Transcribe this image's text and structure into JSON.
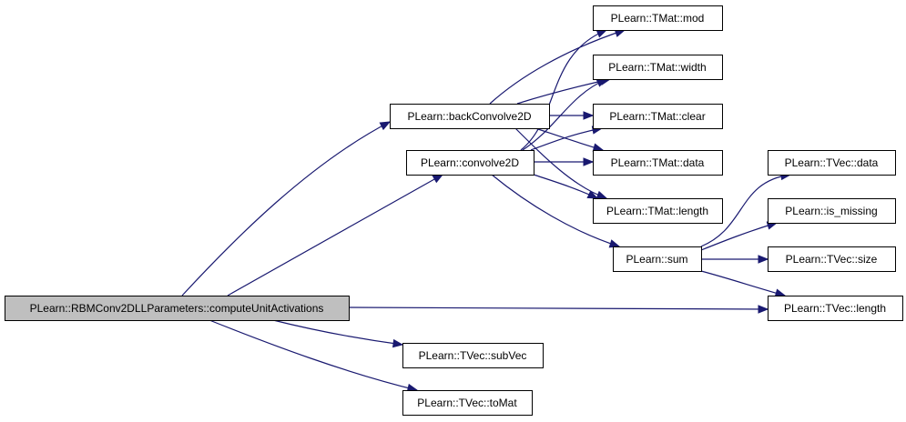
{
  "diagram": {
    "nodes": [
      {
        "id": "root",
        "label": "PLearn::RBMConv2DLLParameters::computeUnitActivations",
        "root": true
      },
      {
        "id": "back",
        "label": "PLearn::backConvolve2D"
      },
      {
        "id": "conv",
        "label": "PLearn::convolve2D"
      },
      {
        "id": "mod",
        "label": "PLearn::TMat::mod"
      },
      {
        "id": "width",
        "label": "PLearn::TMat::width"
      },
      {
        "id": "clear",
        "label": "PLearn::TMat::clear"
      },
      {
        "id": "mdata",
        "label": "PLearn::TMat::data"
      },
      {
        "id": "mlen",
        "label": "PLearn::TMat::length"
      },
      {
        "id": "sum",
        "label": "PLearn::sum"
      },
      {
        "id": "vdata",
        "label": "PLearn::TVec::data"
      },
      {
        "id": "miss",
        "label": "PLearn::is_missing"
      },
      {
        "id": "vsize",
        "label": "PLearn::TVec::size"
      },
      {
        "id": "vlen",
        "label": "PLearn::TVec::length"
      },
      {
        "id": "subvec",
        "label": "PLearn::TVec::subVec"
      },
      {
        "id": "tomat",
        "label": "PLearn::TVec::toMat"
      }
    ],
    "edges": [
      {
        "from": "root",
        "to": "back"
      },
      {
        "from": "root",
        "to": "conv"
      },
      {
        "from": "root",
        "to": "vlen"
      },
      {
        "from": "root",
        "to": "subvec"
      },
      {
        "from": "root",
        "to": "tomat"
      },
      {
        "from": "back",
        "to": "mod"
      },
      {
        "from": "back",
        "to": "width"
      },
      {
        "from": "back",
        "to": "clear"
      },
      {
        "from": "back",
        "to": "mdata"
      },
      {
        "from": "back",
        "to": "mlen"
      },
      {
        "from": "conv",
        "to": "mod"
      },
      {
        "from": "conv",
        "to": "width"
      },
      {
        "from": "conv",
        "to": "clear"
      },
      {
        "from": "conv",
        "to": "mdata"
      },
      {
        "from": "conv",
        "to": "mlen"
      },
      {
        "from": "conv",
        "to": "sum"
      },
      {
        "from": "sum",
        "to": "vdata"
      },
      {
        "from": "sum",
        "to": "miss"
      },
      {
        "from": "sum",
        "to": "vsize"
      },
      {
        "from": "sum",
        "to": "vlen"
      }
    ]
  }
}
